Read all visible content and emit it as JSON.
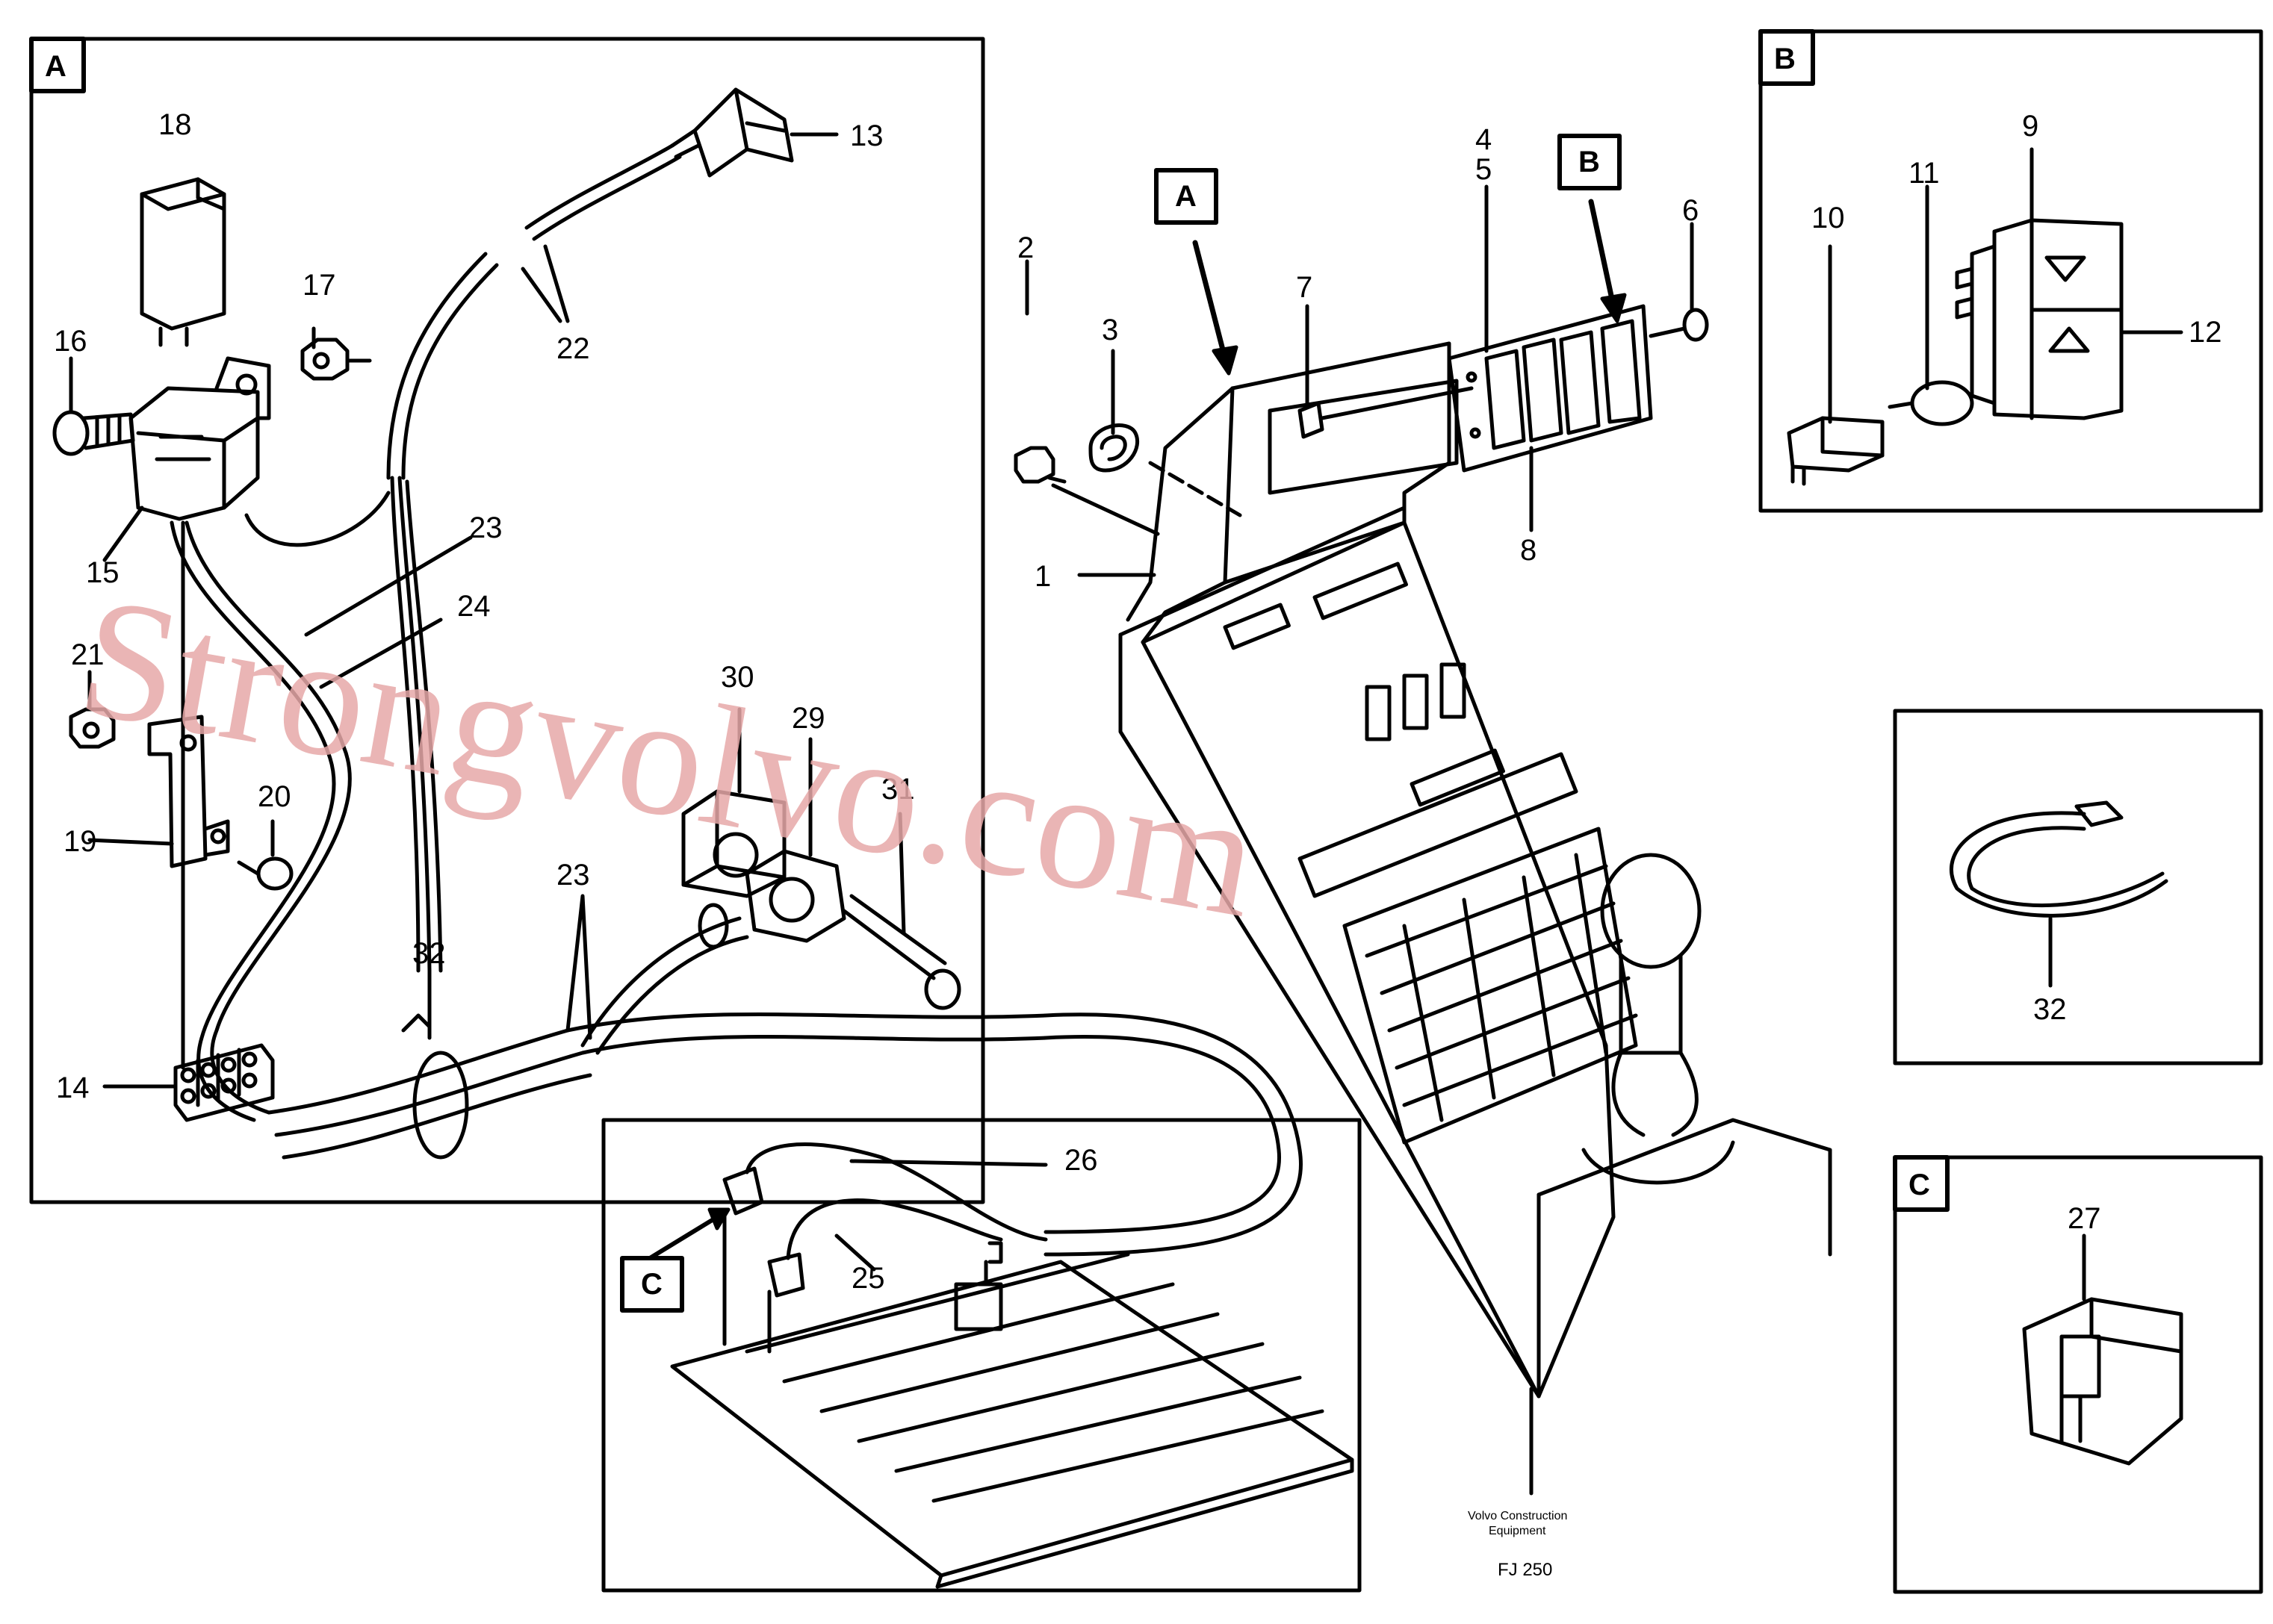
{
  "panels": {
    "A": {
      "letter": "A"
    },
    "B": {
      "letter": "B"
    },
    "C": {
      "letter": "C"
    },
    "tie": {},
    "cinset": {
      "letter": "C"
    }
  },
  "callouts": {
    "main_A": "A",
    "main_B": "B",
    "board_C": "C"
  },
  "parts": {
    "p1": "1",
    "p2": "2",
    "p3": "3",
    "p4": "4",
    "p5": "5",
    "p6": "6",
    "p7": "7",
    "p8": "8",
    "p9": "9",
    "p10": "10",
    "p11": "11",
    "p12": "12",
    "p13": "13",
    "p14": "14",
    "p15": "15",
    "p16": "16",
    "p17": "17",
    "p18": "18",
    "p19": "19",
    "p20": "20",
    "p21": "21",
    "p22": "22",
    "p23a": "23",
    "p23b": "23",
    "p24": "24",
    "p25": "25",
    "p26": "26",
    "p27": "27",
    "p29": "29",
    "p30": "30",
    "p31": "31",
    "p32a": "32",
    "p32b": "32"
  },
  "footer": {
    "brand_line1": "Volvo Construction",
    "brand_line2": "Equipment",
    "code": "FJ 250"
  },
  "watermark": "Strongvolvo.com"
}
